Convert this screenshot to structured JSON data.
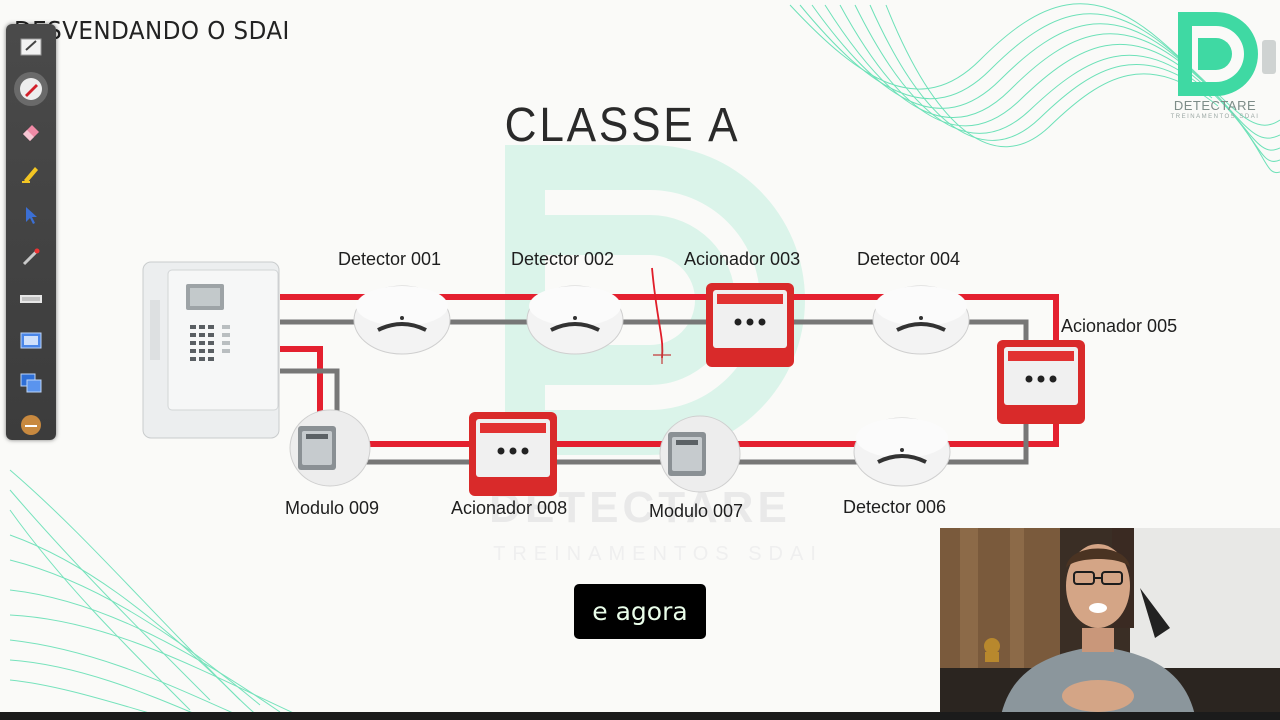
{
  "slide": {
    "header": "DESVENDANDO O SDAI",
    "title": "CLASSE A",
    "logo": {
      "name": "DETECTARE",
      "subtitle": "TREINAMENTOS SDAI"
    },
    "watermark": {
      "name": "DETECTARE",
      "subtitle": "TREINAMENTOS SDAI"
    },
    "devices": {
      "d001": "Detector 001",
      "d002": "Detector 002",
      "a003": "Acionador 003",
      "d004": "Detector 004",
      "a005": "Acionador 005",
      "d006": "Detector 006",
      "m007": "Modulo 007",
      "a008": "Acionador 008",
      "m009": "Modulo 009"
    }
  },
  "toolbar": {
    "tools": [
      {
        "icon": "whiteboard-icon"
      },
      {
        "icon": "pen-icon",
        "active": true
      },
      {
        "icon": "eraser-icon"
      },
      {
        "icon": "highlighter-icon"
      },
      {
        "icon": "pointer-icon"
      },
      {
        "icon": "laser-pointer-icon"
      },
      {
        "icon": "keyboard-icon"
      },
      {
        "icon": "screen-icon"
      },
      {
        "icon": "screen-capture-icon"
      },
      {
        "icon": "menu-icon"
      }
    ]
  },
  "caption": "e agora",
  "colors": {
    "loop_red": "#e4202f",
    "loop_gray": "#777777",
    "accent_green": "#3fd9a3",
    "caption_text": "#e9fde9"
  }
}
